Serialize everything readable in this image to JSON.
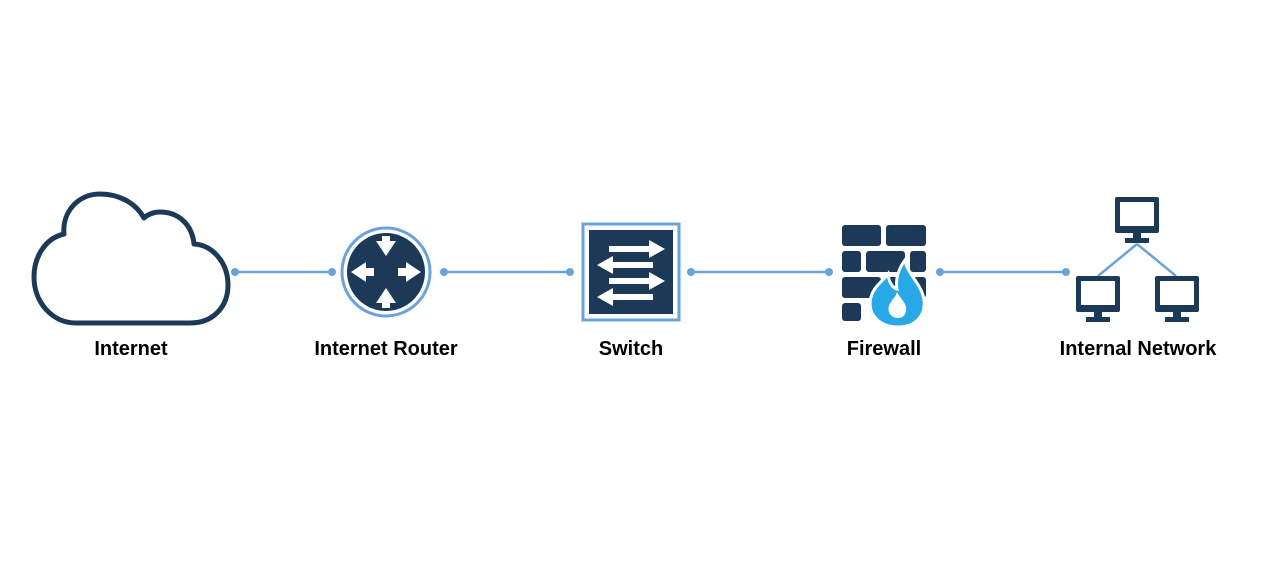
{
  "nodes": [
    {
      "id": "internet",
      "label": "Internet",
      "icon": "cloud-icon"
    },
    {
      "id": "router",
      "label": "Internet Router",
      "icon": "router-icon"
    },
    {
      "id": "switch",
      "label": "Switch",
      "icon": "switch-icon"
    },
    {
      "id": "firewall",
      "label": "Firewall",
      "icon": "firewall-icon"
    },
    {
      "id": "internal",
      "label": "Internal Network",
      "icon": "network-computers-icon"
    }
  ],
  "connections": [
    {
      "from": "internet",
      "to": "router"
    },
    {
      "from": "router",
      "to": "switch"
    },
    {
      "from": "switch",
      "to": "firewall"
    },
    {
      "from": "firewall",
      "to": "internal"
    }
  ],
  "colors": {
    "icon_dark": "#1c3a57",
    "connector": "#6aa3d9",
    "flame": "#29a8e8",
    "label": "#000000"
  }
}
